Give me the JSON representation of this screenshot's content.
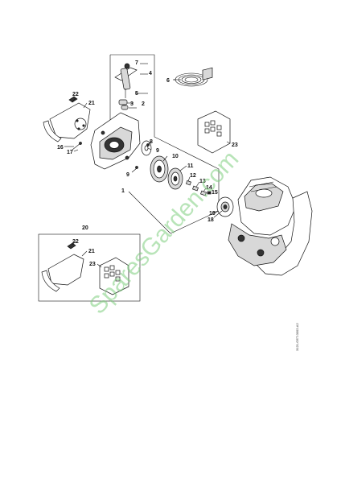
{
  "labels": {
    "l1": "1",
    "l2": "2",
    "l3": "3",
    "l4": "4",
    "l5": "5",
    "l6": "6",
    "l7": "7",
    "l8": "8",
    "l9a": "9",
    "l9b": "9",
    "l10": "10",
    "l11": "11",
    "l12": "12",
    "l13": "13",
    "l14": "14",
    "l15": "15",
    "l16": "16",
    "l17": "17",
    "l18": "18",
    "l19": "19",
    "l20": "20",
    "l21a": "21",
    "l21b": "21",
    "l22a": "22",
    "l22b": "22",
    "l23a": "23",
    "l23b": "23"
  },
  "watermark": "SparesGarden.com",
  "drawing_code": "3121-GET-0002-A2"
}
